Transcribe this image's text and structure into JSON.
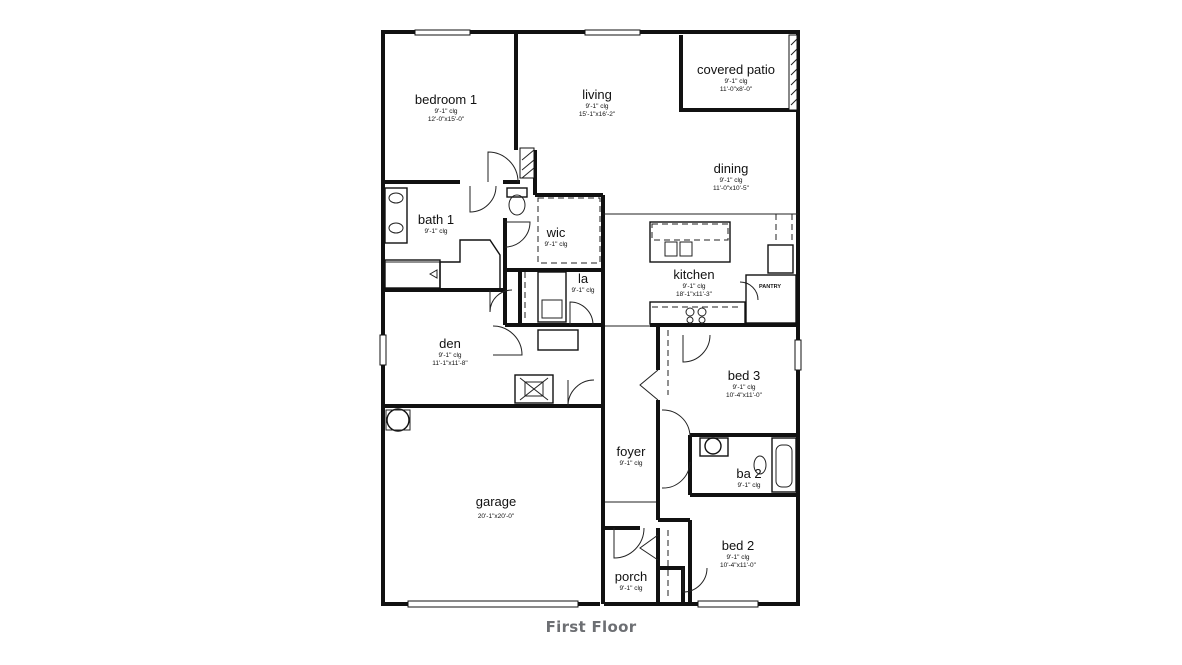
{
  "caption": "First Floor",
  "rooms": {
    "bedroom1": {
      "name": "bedroom 1",
      "clg": "9'-1\" clg",
      "dim": "12'-0\"x15'-0\""
    },
    "living": {
      "name": "living",
      "clg": "9'-1\" clg",
      "dim": "15'-1\"x16'-2\""
    },
    "covered_patio": {
      "name": "covered patio",
      "clg": "9'-1\" clg",
      "dim": "11'-0\"x8'-0\""
    },
    "dining": {
      "name": "dining",
      "clg": "9'-1\" clg",
      "dim": "11'-0\"x10'-5\""
    },
    "bath1": {
      "name": "bath 1",
      "clg": "9'-1\" clg"
    },
    "wic": {
      "name": "wic",
      "clg": "9'-1\" clg"
    },
    "kitchen": {
      "name": "kitchen",
      "clg": "9'-1\" clg",
      "dim": "18'-1\"x11'-3\""
    },
    "pantry": {
      "name": "PANTRY"
    },
    "la": {
      "name": "la",
      "clg": "9'-1\" clg"
    },
    "den": {
      "name": "den",
      "clg": "9'-1\" clg",
      "dim": "11'-1\"x11'-8\""
    },
    "bed3": {
      "name": "bed 3",
      "clg": "9'-1\" clg",
      "dim": "10'-4\"x11'-0\""
    },
    "foyer": {
      "name": "foyer",
      "clg": "9'-1\" clg"
    },
    "ba2": {
      "name": "ba 2",
      "clg": "9'-1\" clg"
    },
    "garage": {
      "name": "garage",
      "dim": "20'-1\"x20'-0\""
    },
    "bed2": {
      "name": "bed 2",
      "clg": "9'-1\" clg",
      "dim": "10'-4\"x11'-0\""
    },
    "porch": {
      "name": "porch",
      "clg": "9'-1\" clg"
    }
  }
}
